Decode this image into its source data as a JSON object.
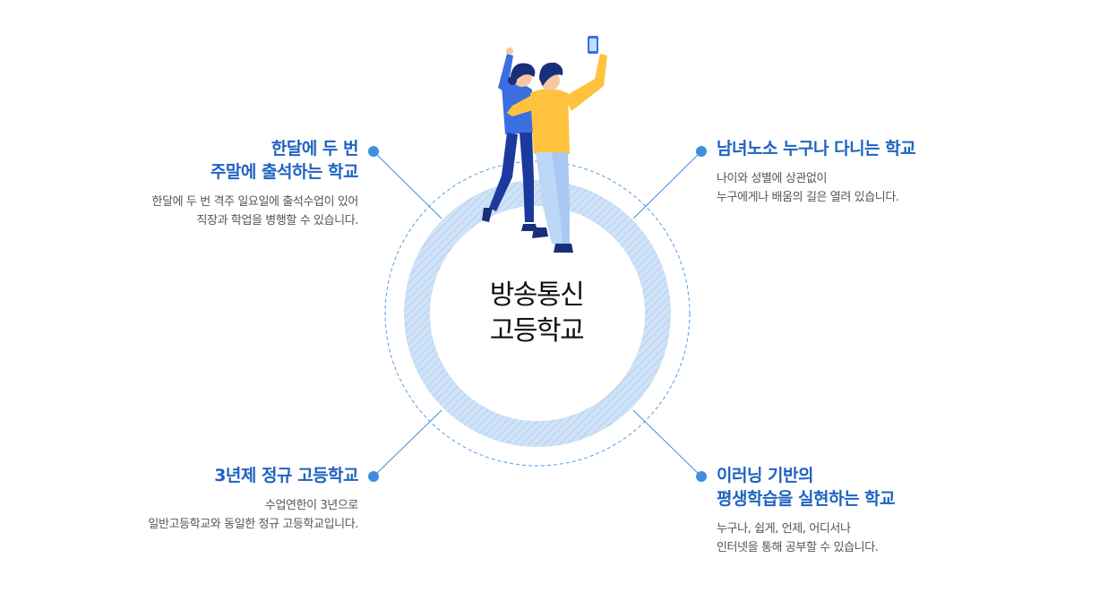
{
  "center": {
    "line1": "방송통신",
    "line2": "고등학교"
  },
  "features": {
    "top_left": {
      "title_line1": "한달에 두 번",
      "title_line2": "주말에 출석하는 학교",
      "desc_line1": "한달에 두 번 격주 일요일에 출석수업이 있어",
      "desc_line2": "직장과 학업을 병행할 수 있습니다."
    },
    "top_right": {
      "title_line1": "남녀노소 누구나 다니는 학교",
      "desc_line1": "나이와 성별에 상관없이",
      "desc_line2": "누구에게나 배움의 길은 열려 있습니다."
    },
    "bottom_left": {
      "title_line1": "3년제 정규 고등학교",
      "desc_line1": "수업연한이 3년으로",
      "desc_line2": "일반고등학교와 동일한 정규 고등학교입니다."
    },
    "bottom_right": {
      "title_line1": "이러닝 기반의",
      "title_line2": "평생학습을 실현하는 학교",
      "desc_line1": "누구나, 쉽게, 언제, 어디서나",
      "desc_line2": "인터넷을 통해 공부할 수 있습니다."
    }
  },
  "colors": {
    "accent": "#1f63c1",
    "dot": "#3f8fe0",
    "ring": "#c6dcf5",
    "dashed_circle": "#5a9de6"
  }
}
